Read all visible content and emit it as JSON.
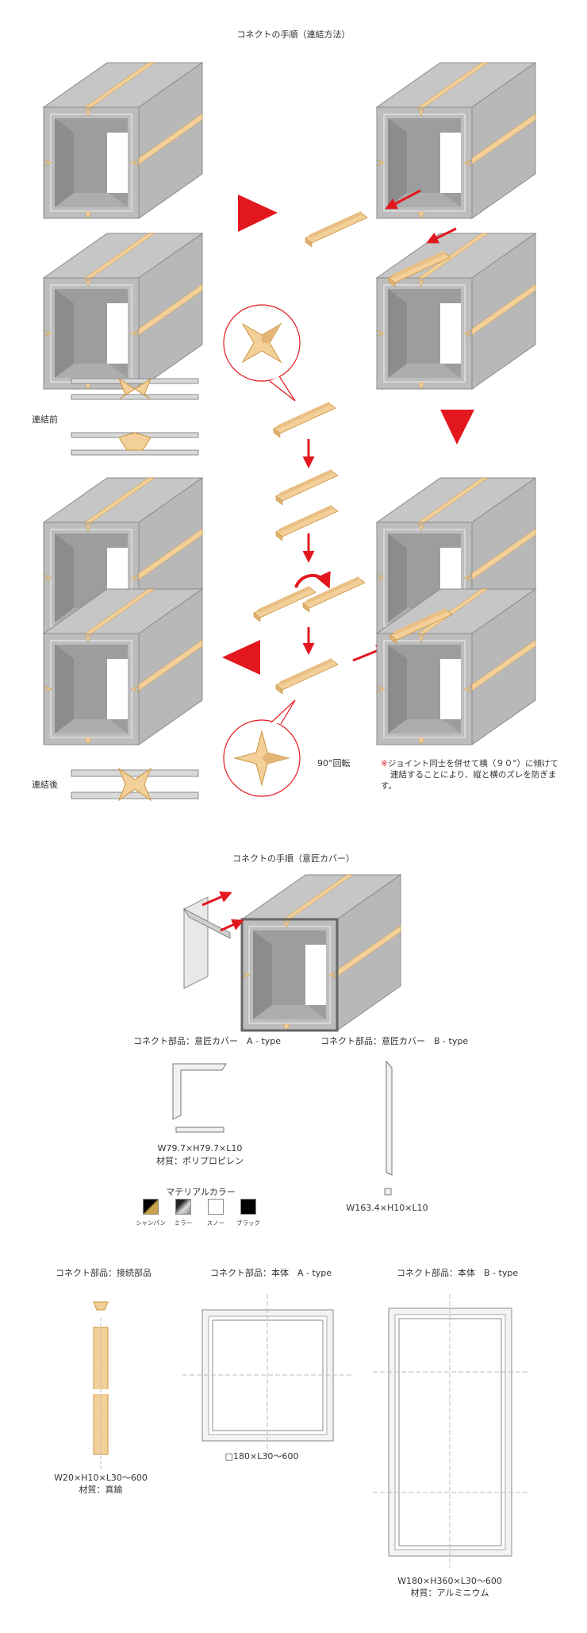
{
  "sections": {
    "procedure_title": "コネクトの手順（連結方法）",
    "cover_title": "コネクトの手順（意匠カバー）"
  },
  "labels": {
    "before": "連結前",
    "after": "連結後",
    "rotate": "90°回転"
  },
  "note": {
    "mark": "※",
    "line1": "ジョイント同士を併せて横（９０°）に傾けて",
    "line2": "連結することにより、縦と横のズレを防ぎます。"
  },
  "parts": {
    "cover_a": {
      "title": "コネクト部品：意匠カバー　A - type",
      "dims": "W79.7×H79.7×L10",
      "material": "材質：ポリプロピレン"
    },
    "cover_b": {
      "title": "コネクト部品：意匠カバー　B - type",
      "dims": "W163.4×H10×L10"
    },
    "joint": {
      "title": "コネクト部品：接続部品",
      "dims": "W20×H10×L30〜600",
      "material": "材質：真鍮"
    },
    "body_a": {
      "title": "コネクト部品：本体　A - type",
      "dims": "□180×L30〜600"
    },
    "body_b": {
      "title": "コネクト部品：本体　B - type",
      "dims": "W180×H360×L30〜600",
      "material": "材質：アルミニウム"
    }
  },
  "material_colors": {
    "title": "マテリアルカラー",
    "items": [
      {
        "name": "シャンパン",
        "color": "#c9a24a"
      },
      {
        "name": "ミラー",
        "color": "#9a9a9a"
      },
      {
        "name": "スノー",
        "color": "#ffffff"
      },
      {
        "name": "ブラック",
        "color": "#000000"
      }
    ]
  },
  "colors": {
    "accent_red": "#e3171e",
    "brass": "#f3cf99",
    "brass_dark": "#c9953f",
    "frame_gray": "#a9a9a9"
  }
}
